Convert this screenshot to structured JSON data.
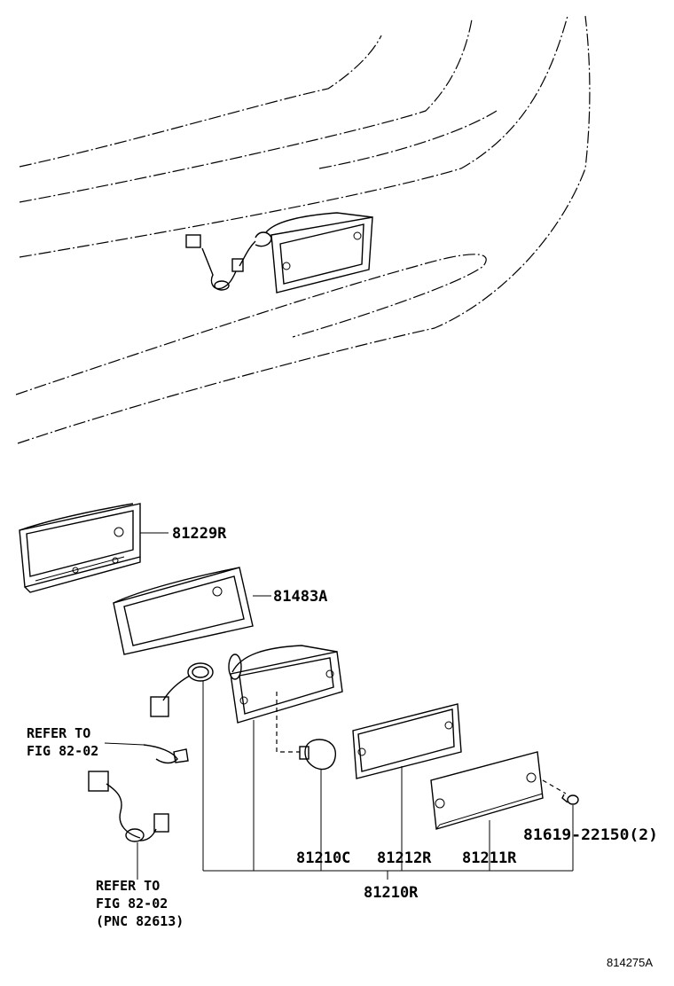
{
  "labels": {
    "ring_bezel": "81229R",
    "gasket": "81483A",
    "unit_sub": "81210C",
    "lens_gasket": "81212R",
    "lens": "81211R",
    "screw": "81619-22150(2)",
    "assembly": "81210R"
  },
  "notes": {
    "refer1_line1": "REFER TO",
    "refer1_line2": "FIG 82-02",
    "refer2_line1": "REFER TO",
    "refer2_line2": "FIG 82-02",
    "refer2_line3": "(PNC 82613)"
  },
  "figure_code": "814275A"
}
